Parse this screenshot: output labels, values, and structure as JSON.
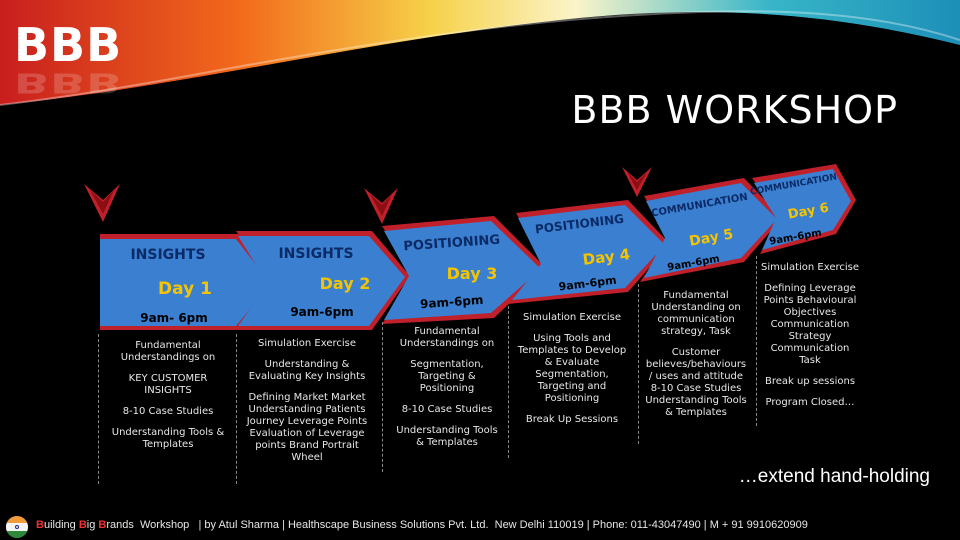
{
  "logo": "BBB",
  "title": "BBB WORKSHOP",
  "tagline": "…extend hand-holding",
  "days": [
    {
      "header": "INSIGHTS",
      "day": "Day 1",
      "time": "9am- 6pm",
      "details": [
        "Fundamental Understandings on",
        "KEY CUSTOMER INSIGHTS",
        "8-10 Case Studies",
        "Understanding Tools & Templates"
      ]
    },
    {
      "header": "INSIGHTS",
      "day": "Day 2",
      "time": "9am-6pm",
      "details": [
        "Simulation Exercise",
        "Understanding & Evaluating Key Insights",
        "Defining Market Market Understanding Patients Journey Leverage Points Evaluation of Leverage points Brand Portrait Wheel"
      ]
    },
    {
      "header": "POSITIONING",
      "day": "Day 3",
      "time": "9am-6pm",
      "details": [
        "Fundamental Understandings on",
        "Segmentation, Targeting & Positioning",
        "8-10 Case Studies",
        "Understanding Tools & Templates"
      ]
    },
    {
      "header": "POSITIONING",
      "day": "Day 4",
      "time": "9am-6pm",
      "details": [
        "Simulation Exercise",
        "Using Tools and Templates to Develop & Evaluate Segmentation, Targeting and Positioning",
        "Break Up Sessions"
      ]
    },
    {
      "header": "COMMUNICATION",
      "day": "Day 5",
      "time": "9am-6pm",
      "details": [
        "Fundamental Understanding on communication strategy, Task",
        "Customer believes/behaviours / uses and attitude 8-10 Case Studies Understanding Tools & Templates"
      ]
    },
    {
      "header": "COMMUNICATION",
      "day": "Day 6",
      "time": "9am-6pm",
      "details": [
        "Simulation Exercise",
        "Defining Leverage Points Behavioural Objectives Communication Strategy Communication Task",
        "Break up sessions",
        "Program Closed…"
      ]
    }
  ],
  "footer": {
    "b1": "B",
    "r1": "uilding ",
    "b2": "B",
    "r2": "ig ",
    "b3": "B",
    "r3": "rands",
    "rest": "  Workshop   | by Atul Sharma | Healthscape Business Solutions Pvt. Ltd.  New Delhi 110019 | Phone: 011-43047490 | M + 91 9910620909"
  },
  "colors": {
    "arrow": "#3a7fd0",
    "accent_red": "#c0202a",
    "header_text": "#0b2a66",
    "day_text": "#f5c400"
  }
}
